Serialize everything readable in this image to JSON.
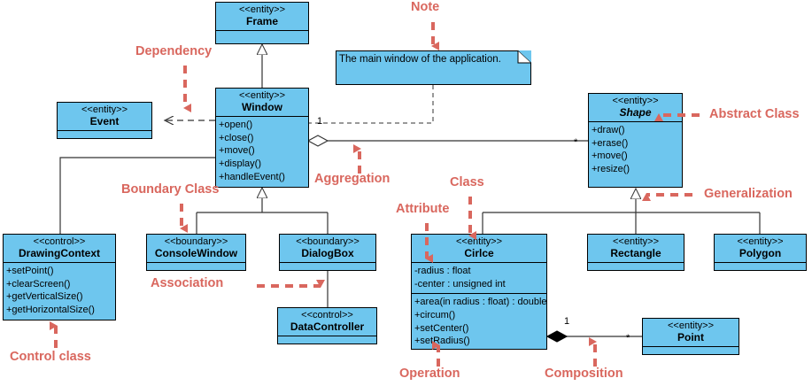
{
  "diagram": {
    "title": "UML Class Diagram",
    "colors": {
      "class_fill": "#6ec6ee",
      "class_border": "#000000",
      "annotation": "#d9675e",
      "background": "#ffffff"
    }
  },
  "classes": [
    {
      "id": "frame",
      "stereotype": "<<entity>>",
      "name": "Frame",
      "abstract": false,
      "attributes": [],
      "operations": []
    },
    {
      "id": "window",
      "stereotype": "<<entity>>",
      "name": "Window",
      "abstract": false,
      "attributes": [],
      "operations": [
        "+open()",
        "+close()",
        "+move()",
        "+display()",
        "+handleEvent()"
      ]
    },
    {
      "id": "event",
      "stereotype": "<<entity>>",
      "name": "Event",
      "abstract": false,
      "attributes": [],
      "operations": []
    },
    {
      "id": "shape",
      "stereotype": "<<entity>>",
      "name": "Shape",
      "abstract": true,
      "attributes": [],
      "operations": [
        "+draw()",
        "+erase()",
        "+move()",
        "+resize()"
      ]
    },
    {
      "id": "drawingcontext",
      "stereotype": "<<control>>",
      "name": "DrawingContext",
      "abstract": false,
      "attributes": [],
      "operations": [
        "+setPoint()",
        "+clearScreen()",
        "+getVerticalSize()",
        "+getHorizontalSize()"
      ]
    },
    {
      "id": "consolewindow",
      "stereotype": "<<boundary>>",
      "name": "ConsoleWindow",
      "abstract": false,
      "attributes": [],
      "operations": []
    },
    {
      "id": "dialogbox",
      "stereotype": "<<boundary>>",
      "name": "DialogBox",
      "abstract": false,
      "attributes": [],
      "operations": []
    },
    {
      "id": "datacontroller",
      "stereotype": "<<control>>",
      "name": "DataController",
      "abstract": false,
      "attributes": [],
      "operations": []
    },
    {
      "id": "circle",
      "stereotype": "<<entity>>",
      "name": "Cirlce",
      "abstract": false,
      "attributes": [
        "-radius : float",
        "-center : unsigned int"
      ],
      "operations": [
        "+area(in radius : float) : double",
        "+circum()",
        "+setCenter()",
        "+setRadius()"
      ]
    },
    {
      "id": "rectangle",
      "stereotype": "<<entity>>",
      "name": "Rectangle",
      "abstract": false,
      "attributes": [],
      "operations": []
    },
    {
      "id": "polygon",
      "stereotype": "<<entity>>",
      "name": "Polygon",
      "abstract": false,
      "attributes": [],
      "operations": []
    },
    {
      "id": "point",
      "stereotype": "<<entity>>",
      "name": "Point",
      "abstract": false,
      "attributes": [],
      "operations": []
    }
  ],
  "note": {
    "text": "The main window of the application."
  },
  "multiplicities": [
    {
      "id": "window_agg",
      "label": "1"
    },
    {
      "id": "shape_many",
      "label": "*"
    },
    {
      "id": "circle_one",
      "label": "1"
    },
    {
      "id": "point_many",
      "label": "*"
    }
  ],
  "annotations": [
    {
      "id": "note",
      "label": "Note"
    },
    {
      "id": "dependency",
      "label": "Dependency"
    },
    {
      "id": "abstract_class",
      "label": "Abstract Class"
    },
    {
      "id": "aggregation",
      "label": "Aggregation"
    },
    {
      "id": "boundary_class",
      "label": "Boundary Class"
    },
    {
      "id": "class",
      "label": "Class"
    },
    {
      "id": "attribute",
      "label": "Attribute"
    },
    {
      "id": "generalization",
      "label": "Generalization"
    },
    {
      "id": "association",
      "label": "Association"
    },
    {
      "id": "control_class",
      "label": "Control class"
    },
    {
      "id": "operation",
      "label": "Operation"
    },
    {
      "id": "composition",
      "label": "Composition"
    }
  ]
}
